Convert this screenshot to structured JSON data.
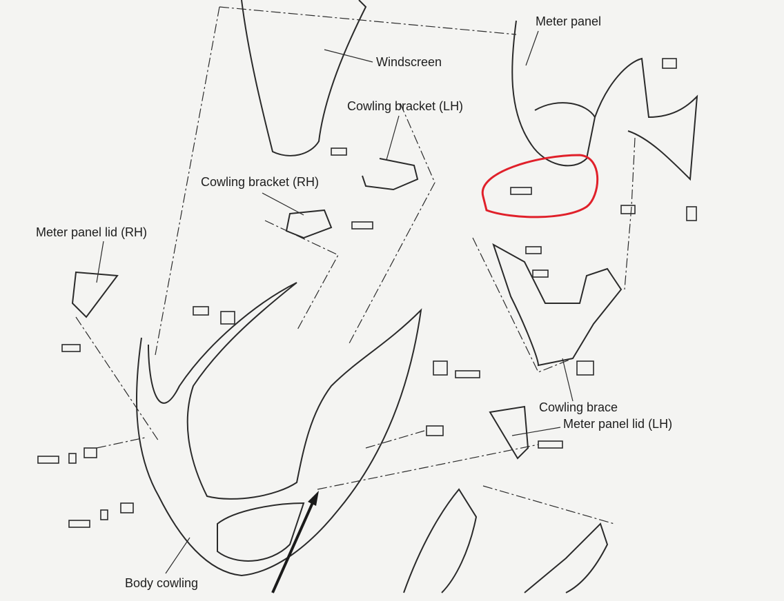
{
  "labels": {
    "meter_panel": "Meter panel",
    "windscreen": "Windscreen",
    "cowling_bracket_lh": "Cowling bracket (LH)",
    "cowling_bracket_rh": "Cowling bracket (RH)",
    "meter_panel_lid_rh": "Meter panel lid (RH)",
    "cowling_brace": "Cowling brace",
    "meter_panel_lid_lh": "Meter panel lid (LH)",
    "body_cowling": "Body cowling"
  },
  "colors": {
    "line": "#2a2a2a",
    "highlight": "#e0202a",
    "arrow": "#1a1a1a"
  }
}
